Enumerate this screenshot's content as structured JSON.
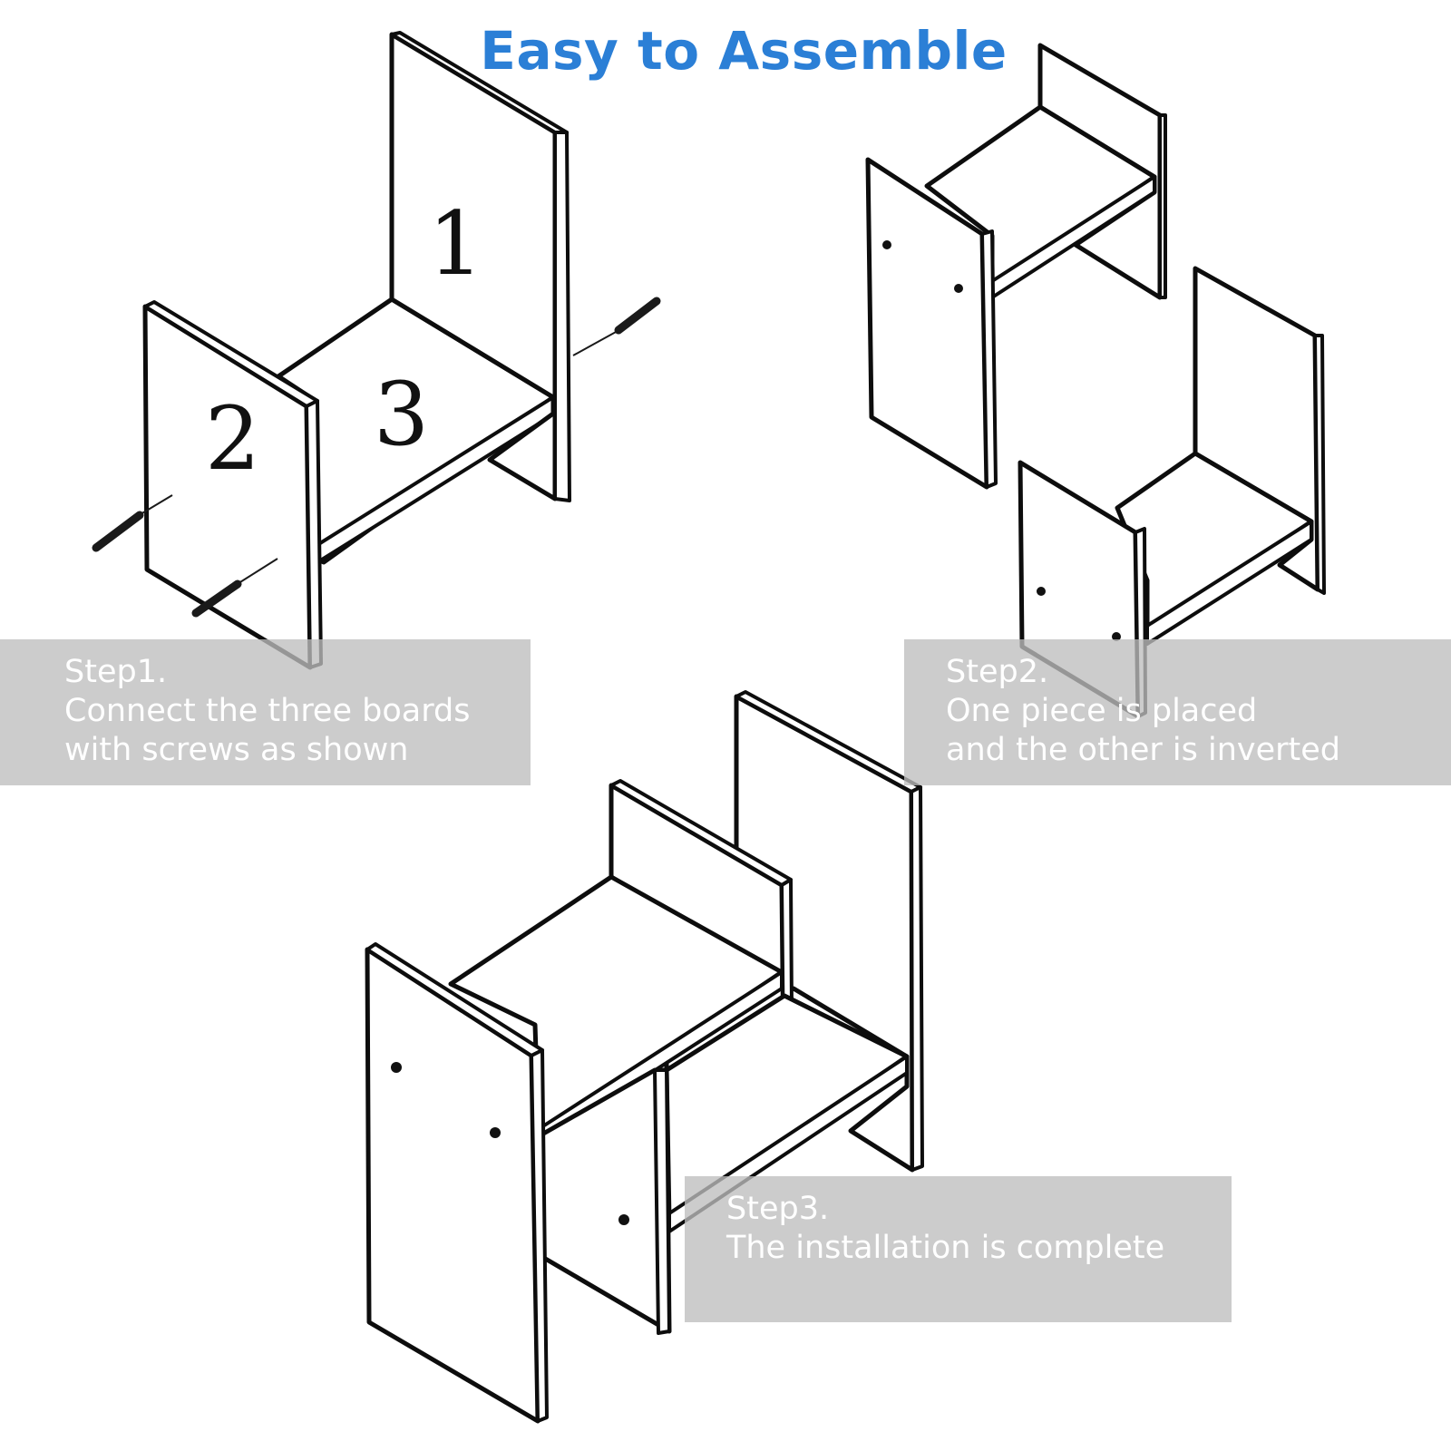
{
  "title": "Easy to Assemble",
  "steps": [
    {
      "heading": "Step1.",
      "lines": [
        "Connect the three boards",
        "with screws as shown"
      ]
    },
    {
      "heading": "Step2.",
      "lines": [
        "One piece is placed",
        "and the other is inverted"
      ]
    },
    {
      "heading": "Step3.",
      "lines": [
        "The installation is complete"
      ]
    }
  ],
  "board_labels": [
    "1",
    "2",
    "3"
  ],
  "colors": {
    "title": "#2b7fd6",
    "step_box": "#bebebe",
    "step_text": "#ffffff",
    "line": "#0d0d0d"
  }
}
